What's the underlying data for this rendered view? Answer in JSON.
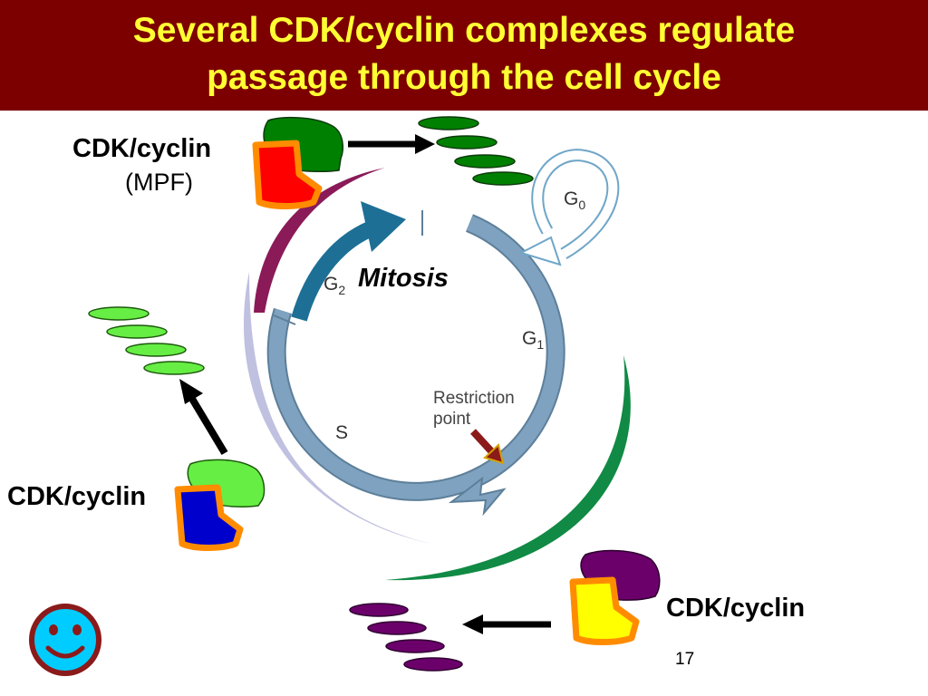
{
  "title": {
    "line1": "Several CDK/cyclin complexes regulate",
    "line2": "passage through the cell cycle"
  },
  "labels": {
    "cdk_top": "CDK/cyclin",
    "mpf": "(MPF)",
    "cdk_left": "CDK/cyclin",
    "cdk_bottom": "CDK/cyclin",
    "mitosis": "Mitosis",
    "g0": "G",
    "g0_sub": "0",
    "g1": "G",
    "g1_sub": "1",
    "g2": "G",
    "g2_sub": "2",
    "s": "S",
    "restriction_line1": "Restriction",
    "restriction_line2": "point"
  },
  "page_number": "17",
  "colors": {
    "title_bg": "#7d0000",
    "title_text": "#ffff33",
    "cycle_ring": "#7ea2bf",
    "mitosis_arrow": "#1d6f95",
    "mpf_cdk": "#008000",
    "mpf_cyclin": "#ff0000",
    "mpf_arc": "#8b1a58",
    "s_cdk": "#66ee44",
    "s_cyclin": "#0000cc",
    "s_arc": "#c0c0e0",
    "g1_cdk": "#6b006b",
    "g1_cyclin": "#ffff00",
    "g1_arc": "#108a44",
    "cyclin_outline": "#ff8c00",
    "restriction_arrow": "#8b1a1a",
    "smiley_face": "#00ccff",
    "smiley_outline": "#8b1a1a"
  },
  "icons": [
    "cdk-cyclin-complex-icon",
    "degraded-cyclin-icon",
    "black-arrow-icon",
    "smiley-face-icon"
  ]
}
